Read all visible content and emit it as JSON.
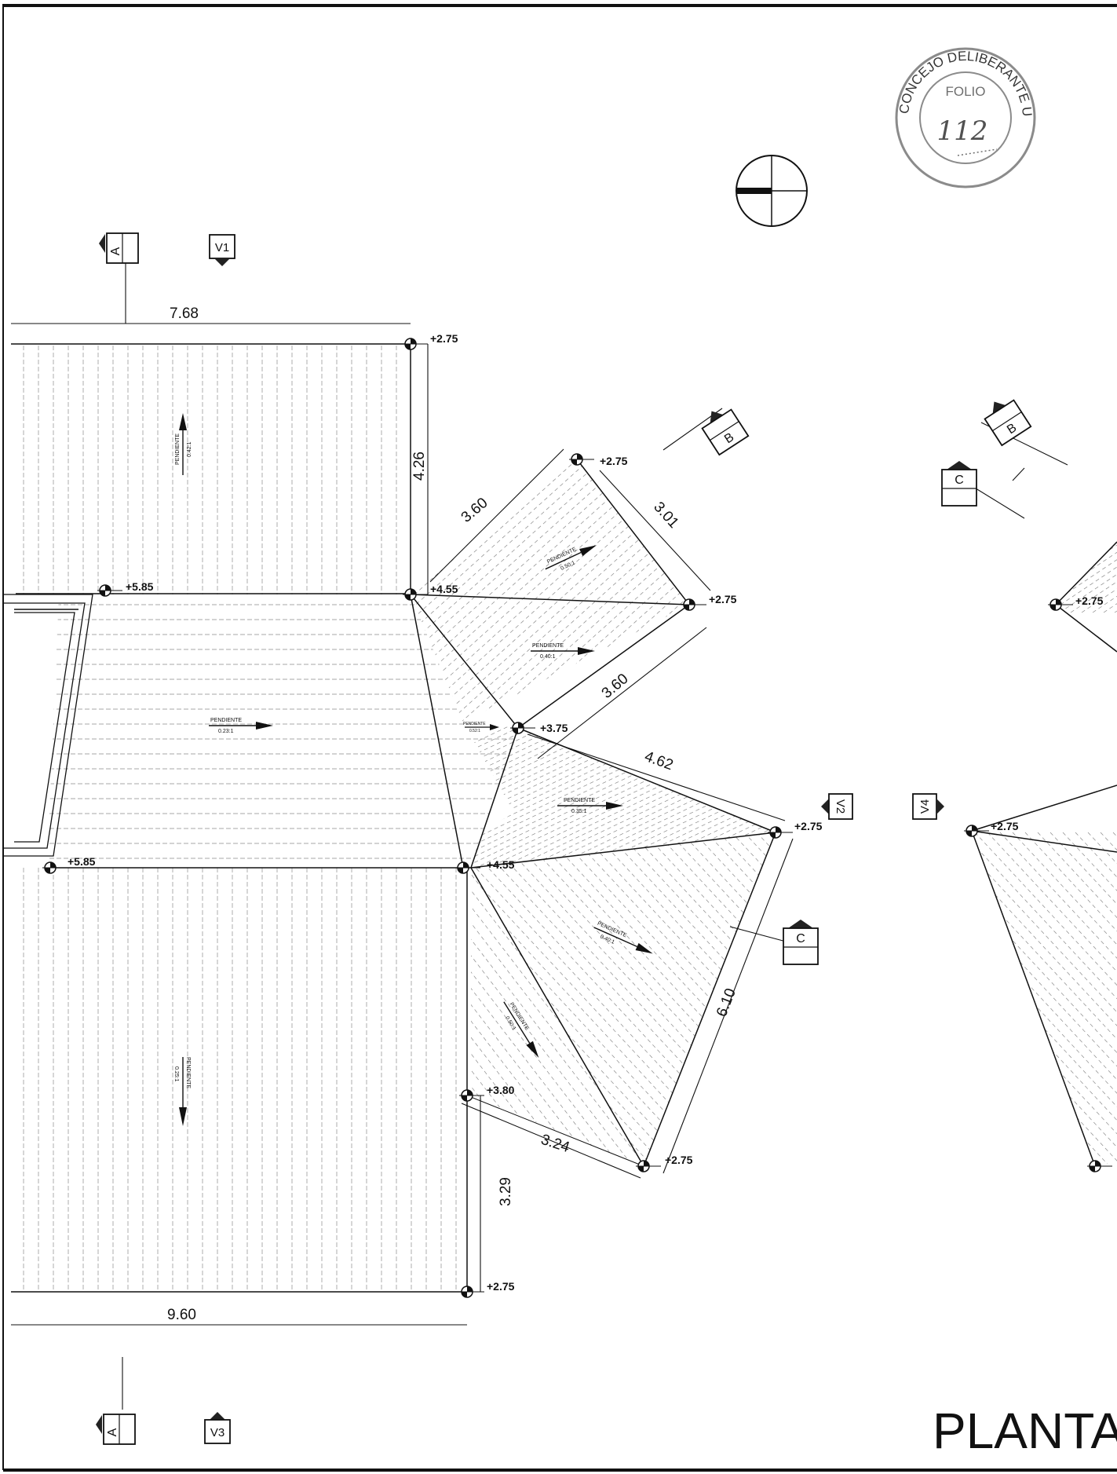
{
  "drawing": {
    "title": "PLANTA D",
    "stamp": {
      "ring_text": "CONCEJO DELIBERANTE USHUAIA",
      "label": "FOLIO",
      "number": "112"
    },
    "section_marks": {
      "A": "A",
      "B": "B",
      "C": "C"
    },
    "view_marks": {
      "v1": "V1",
      "v2": "V2",
      "v3": "V3",
      "v4": "V4"
    },
    "levels": {
      "top_left_corner": "+2.75",
      "upper_ridge": "+4.55",
      "left_upper": "+5.85",
      "left_lower": "+5.85",
      "upper_tip": "+2.75",
      "right_upper": "+2.75",
      "center": "+3.75",
      "lower_ridge": "+4.55",
      "right_mid": "+2.75",
      "lower_tip": "+2.75",
      "lower_left": "+3.80",
      "bottom": "+2.75",
      "far_right_upper": "+2.75",
      "far_right_mid": "+2.75"
    },
    "dimensions": {
      "top_width": "7.68",
      "upper_height": "4.26",
      "upper_diag_a": "3.60",
      "upper_diag_b": "3.01",
      "mid_diag": "3.60",
      "mid_edge": "4.62",
      "right_edge": "6.10",
      "lower_edge": "3.24",
      "lower_height": "3.29",
      "bottom_width": "9.60"
    },
    "slopes": {
      "word": "PENDIENTE",
      "top_left": "0.42:1",
      "upper_tri": "0.50:1",
      "middle": "0.40:1",
      "left_main": "0.23:1",
      "small": "0.52:1",
      "lower_tri": "0.35:1",
      "right_lower": "0.40:1",
      "lower_center": "0.50:1",
      "bottom_left": "0.25:1"
    }
  }
}
